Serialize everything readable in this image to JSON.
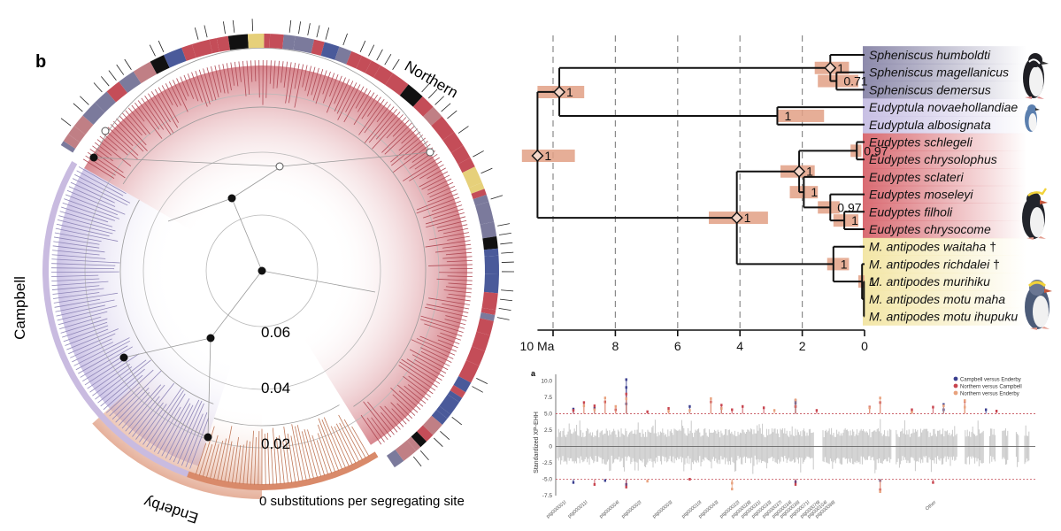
{
  "panel_label": "b",
  "radial_tree": {
    "clade_labels": {
      "northern": "Northern",
      "campbell": "Campbell",
      "enderby": "Enderby"
    },
    "scale_labels": [
      "0.06",
      "0.04",
      "0.02",
      "0 substitutions per segregating site"
    ],
    "colors": {
      "northern": "#c44d58",
      "campbell": "#c9bbe0",
      "enderby": "#d98a6a",
      "ring_grey": "#7b7a9c",
      "black": "#111111"
    }
  },
  "timetree": {
    "tips": [
      {
        "name": "Spheniscus humboldti",
        "color": "#8d8aab"
      },
      {
        "name": "Spheniscus magellanicus",
        "color": "#8d8aab"
      },
      {
        "name": "Spheniscus demersus",
        "color": "#8d8aab"
      },
      {
        "name": "Eudyptula novaehollandiae",
        "color": "#c8c0e4"
      },
      {
        "name": "Eudyptula albosignata",
        "color": "#c8c0e4"
      },
      {
        "name": "Eudyptes schlegeli",
        "color": "#d96b72"
      },
      {
        "name": "Eudyptes chrysolophus",
        "color": "#d96b72"
      },
      {
        "name": "Eudyptes sclateri",
        "color": "#d96b72"
      },
      {
        "name": "Eudyptes moseleyi",
        "color": "#d96b72"
      },
      {
        "name": "Eudyptes filholi",
        "color": "#d96b72"
      },
      {
        "name": "Eudyptes chrysocome",
        "color": "#d96b72"
      },
      {
        "name": "M. antipodes waitaha",
        "suffix": " †",
        "color": "#f3e6a6"
      },
      {
        "name": "M. antipodes richdalei",
        "suffix": " †",
        "color": "#f3e6a6"
      },
      {
        "name": "M. antipodes murihiku",
        "color": "#f3e6a6"
      },
      {
        "name": "M. antipodes motu maha",
        "color": "#f3e6a6"
      },
      {
        "name": "M. antipodes motu ihupuku",
        "color": "#f3e6a6"
      }
    ],
    "node_supports": [
      "1",
      "1",
      "1",
      "0.71",
      "1",
      "1",
      "1",
      "0.97",
      "1",
      "0.97",
      "1",
      "1",
      "1"
    ],
    "axis_ticks": [
      "10 Ma",
      "8",
      "6",
      "4",
      "2",
      "0"
    ]
  },
  "chart_data": {
    "type": "scatter",
    "title": "",
    "panel_label": "a",
    "ylabel": "Standardized XP-EHH",
    "ylim": [
      -7.5,
      11
    ],
    "yticks": [
      "10.0",
      "7.5",
      "5.0",
      "2.5",
      "0",
      "-2.5",
      "-5.0",
      "-7.5"
    ],
    "threshold": [
      5.0,
      -5.0
    ],
    "xcategories": [
      "ptg000001l",
      "ptg000011l",
      "ptg000004l",
      "ptg000002l",
      "ptg000003l",
      "ptg000010l",
      "ptg000043l",
      "ptg000022l",
      "ptg000028l",
      "ptg000031l",
      "ptg000033l",
      "ptg000037l",
      "ptg000034l",
      "ptg000036l",
      "ptg000071l",
      "ptg000079l",
      "ptg000104l",
      "ptg000088l",
      "Other"
    ],
    "series": [
      {
        "name": "Campbell versus Enderby",
        "color": "#3b3f8f",
        "points": [
          [
            1,
            5.7
          ],
          [
            1,
            -5.5
          ],
          [
            3,
            5.8
          ],
          [
            4,
            -5.2
          ],
          [
            6,
            6.5
          ],
          [
            6,
            9.0
          ],
          [
            6,
            10.2
          ],
          [
            6,
            -5.8
          ],
          [
            12,
            6.1
          ],
          [
            15,
            5.8
          ],
          [
            22,
            6.6
          ],
          [
            22,
            7.0
          ],
          [
            22,
            6.1
          ],
          [
            22,
            -5.4
          ],
          [
            30,
            -5.2
          ],
          [
            36,
            6.4
          ],
          [
            36,
            5.6
          ],
          [
            40,
            5.6
          ]
        ]
      },
      {
        "name": "Northern versus Campbell",
        "color": "#c8454f",
        "points": [
          [
            1,
            5.5
          ],
          [
            2,
            6.7
          ],
          [
            3,
            6.2
          ],
          [
            3,
            -5.8
          ],
          [
            4,
            6.8
          ],
          [
            5,
            5.6
          ],
          [
            6,
            8.0
          ],
          [
            6,
            -6.2
          ],
          [
            8,
            5.3
          ],
          [
            10,
            5.8
          ],
          [
            12,
            -5.0
          ],
          [
            14,
            6.8
          ],
          [
            15,
            6.3
          ],
          [
            16,
            5.6
          ],
          [
            17,
            6.1
          ],
          [
            19,
            5.9
          ],
          [
            22,
            6.1
          ],
          [
            22,
            -5.8
          ],
          [
            24,
            5.5
          ],
          [
            29,
            6.0
          ],
          [
            30,
            6.7
          ],
          [
            30,
            -6.6
          ],
          [
            33,
            5.6
          ],
          [
            35,
            6.0
          ],
          [
            35,
            -5.5
          ],
          [
            38,
            6.9
          ],
          [
            41,
            5.4
          ]
        ]
      },
      {
        "name": "Northern versus Enderby",
        "color": "#e8a27e",
        "points": [
          [
            2,
            6.2
          ],
          [
            3,
            5.6
          ],
          [
            4,
            7.4
          ],
          [
            5,
            6.1
          ],
          [
            6,
            7.3
          ],
          [
            8,
            -5.3
          ],
          [
            10,
            5.4
          ],
          [
            12,
            5.5
          ],
          [
            14,
            7.3
          ],
          [
            15,
            5.8
          ],
          [
            16,
            -5.6
          ],
          [
            16,
            -6.5
          ],
          [
            20,
            5.5
          ],
          [
            22,
            7.1
          ],
          [
            29,
            5.9
          ],
          [
            30,
            7.4
          ],
          [
            30,
            -6.9
          ],
          [
            33,
            5.2
          ],
          [
            36,
            6.2
          ],
          [
            38,
            6.0
          ],
          [
            38,
            7.0
          ]
        ]
      }
    ]
  }
}
